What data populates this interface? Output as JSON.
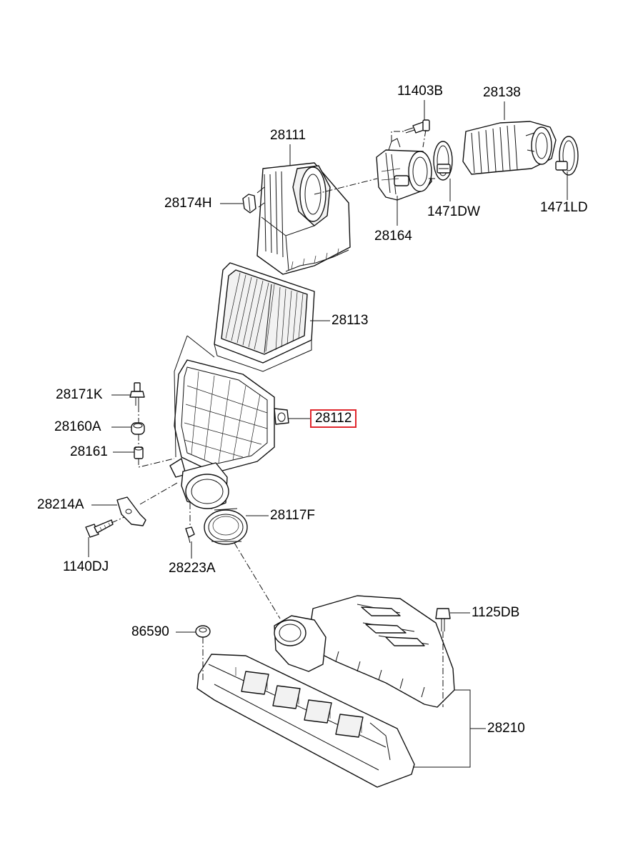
{
  "labels": {
    "p11403B": "11403B",
    "p28138": "28138",
    "p28111": "28111",
    "p28174H": "28174H",
    "p1471DW": "1471DW",
    "p1471LD": "1471LD",
    "p28164": "28164",
    "p28113": "28113",
    "p28171K": "28171K",
    "p28112": "28112",
    "p28160A": "28160A",
    "p28161": "28161",
    "p28214A": "28214A",
    "p28117F": "28117F",
    "p1140DJ": "1140DJ",
    "p28223A": "28223A",
    "p1125DB": "1125DB",
    "p86590": "86590",
    "p28210": "28210"
  },
  "highlight": {
    "part": "28112",
    "color": "#e0262c"
  }
}
